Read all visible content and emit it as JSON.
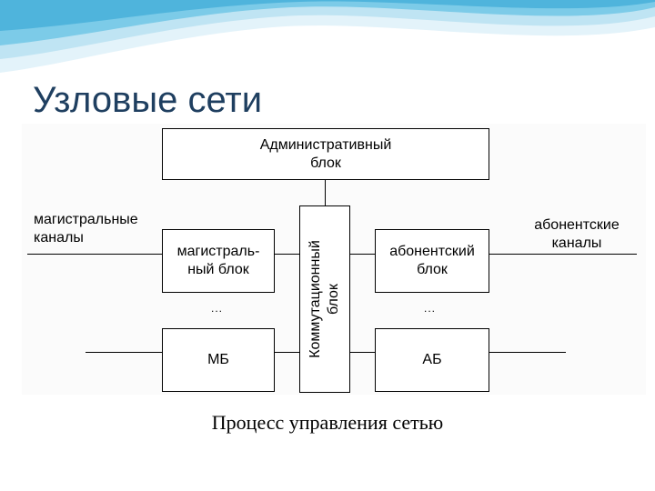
{
  "slide": {
    "title": "Узловые сети",
    "caption": "Процесс управления сетью"
  },
  "diagram": {
    "admin_block": "Административный\nблок",
    "switch_block": "Коммутационный\nблок",
    "trunk_block": "магистраль-\nный блок",
    "subscriber_block": "абонентский\nблок",
    "mb_block": "МБ",
    "ab_block": "АБ",
    "trunk_channels": "магистральные\nканалы",
    "subscriber_channels": "абонентские\nканалы",
    "ellipsis_left": "...",
    "ellipsis_right": "..."
  },
  "colors": {
    "title": "#1f3f60",
    "wave_light": "#cfeaf6",
    "wave_dark": "#5bbce0"
  }
}
